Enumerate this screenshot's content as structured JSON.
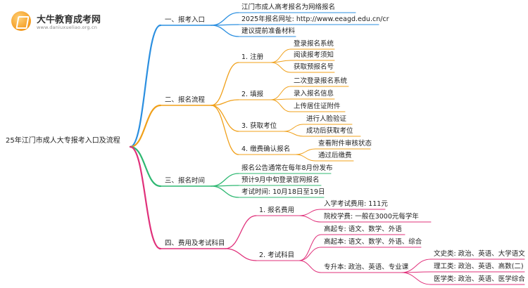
{
  "logo": {
    "icon": "graduation-book-icon",
    "title": "大牛教育成考网",
    "subtitle": "www.daniuxueliao.org.cn"
  },
  "root": "25年江门市成人大专报考入口及流程",
  "colors": {
    "blue": "#2b8fe0",
    "orange": "#f0a01a",
    "green": "#2fb872",
    "magenta": "#e0307a"
  },
  "branches": [
    {
      "label": "一、报考入口",
      "color": "blue",
      "children": [
        {
          "label": "江门市成人高考报名为网络报名"
        },
        {
          "label": "2025年报名网址: http://www.eeagd.edu.cn/cr"
        },
        {
          "label": "建议提前准备材料"
        }
      ]
    },
    {
      "label": "二、报名流程",
      "color": "orange",
      "children": [
        {
          "label": "1. 注册",
          "children": [
            {
              "label": "登录报名系统"
            },
            {
              "label": "阅读报考须知"
            },
            {
              "label": "获取预报名号"
            }
          ]
        },
        {
          "label": "2. 填报",
          "children": [
            {
              "label": "二次登录报名系统"
            },
            {
              "label": "录入报名信息"
            },
            {
              "label": "上传居住证附件"
            }
          ]
        },
        {
          "label": "3. 获取考位",
          "children": [
            {
              "label": "进行人脸验证"
            },
            {
              "label": "成功后获取考位"
            }
          ]
        },
        {
          "label": "4. 缴费确认报名",
          "children": [
            {
              "label": "查看附件审核状态"
            },
            {
              "label": "通过后缴费"
            }
          ]
        }
      ]
    },
    {
      "label": "三、报名时间",
      "color": "green",
      "children": [
        {
          "label": "报名公告通常在每年8月份发布"
        },
        {
          "label": "预计9月中旬登录官网报名"
        },
        {
          "label": "考试时间: 10月18日至19日"
        }
      ]
    },
    {
      "label": "四、费用及考试科目",
      "color": "magenta",
      "children": [
        {
          "label": "1. 报名费用",
          "children": [
            {
              "label": "入学考试费用: 111元"
            },
            {
              "label": "院校学费: 一般在3000元每学年"
            }
          ]
        },
        {
          "label": "2. 考试科目",
          "children": [
            {
              "label": "高起专: 语文、数学、外语"
            },
            {
              "label": "高起本: 语文、数学、外语、综合"
            },
            {
              "label": "专升本: 政治、英语、专业课",
              "children": [
                {
                  "label": "文史类: 政治、英语、大学语文"
                },
                {
                  "label": "理工类: 政治、英语、高数(二)"
                },
                {
                  "label": "医学类: 政治、英语、医学综合"
                }
              ]
            }
          ]
        }
      ]
    }
  ]
}
